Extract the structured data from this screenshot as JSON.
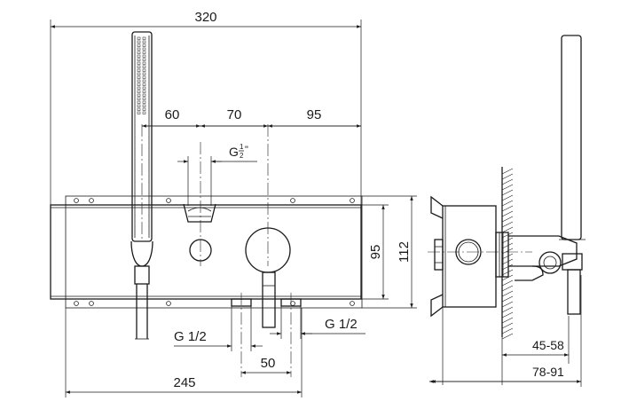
{
  "dimensions": {
    "overall_width": "320",
    "spacing_left": "60",
    "spacing_middle": "70",
    "spacing_right": "95",
    "thread_top_main": "G",
    "thread_top_fraction_num": "1",
    "thread_top_fraction_den": "2",
    "thread_top_quote": "\"",
    "height_inner": "95",
    "height_outer": "112",
    "thread_left": "G 1/2",
    "thread_right": "G 1/2",
    "outlet_spacing": "50",
    "box_width": "245",
    "depth_min_max": "45-58",
    "depth_total": "78-91"
  }
}
